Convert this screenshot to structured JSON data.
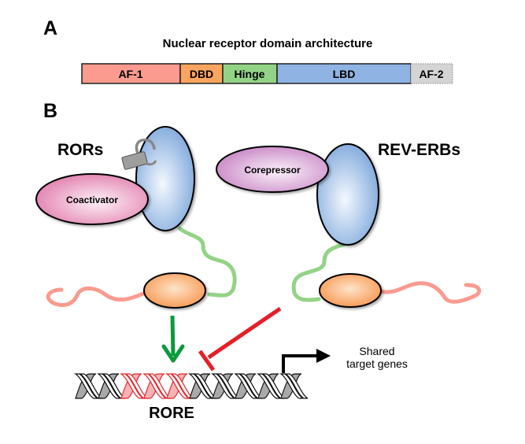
{
  "panel_a": {
    "label": "A",
    "title": "Nuclear receptor domain architecture",
    "domains": [
      {
        "label": "AF-1",
        "color": "#fb9a8f"
      },
      {
        "label": "DBD",
        "color": "#f9a55f"
      },
      {
        "label": "Hinge",
        "color": "#93d386"
      },
      {
        "label": "LBD",
        "color": "#8fb3e2"
      },
      {
        "label": "AF-2",
        "color": "#d4d4d4"
      }
    ]
  },
  "panel_b": {
    "label": "B",
    "rors": {
      "title": "RORs",
      "partner": "Coactivator",
      "partner_color": "#e77fb0"
    },
    "rev_erbs": {
      "title": "REV-ERBs",
      "partner": "Corepressor",
      "partner_color": "#cc86c8"
    },
    "dna": {
      "element_label": "RORE",
      "target_label_line1": "Shared",
      "target_label_line2": "target genes"
    },
    "colors": {
      "ligand_binding": "#8fb3e2",
      "dna_binding": "#f9a55f",
      "hinge": "#93d386",
      "af1": "#fb9a8f",
      "activation_arrow": "#0a9a3c",
      "repression_arrow": "#e3202a",
      "dna_highlight": "#e8262e"
    }
  }
}
